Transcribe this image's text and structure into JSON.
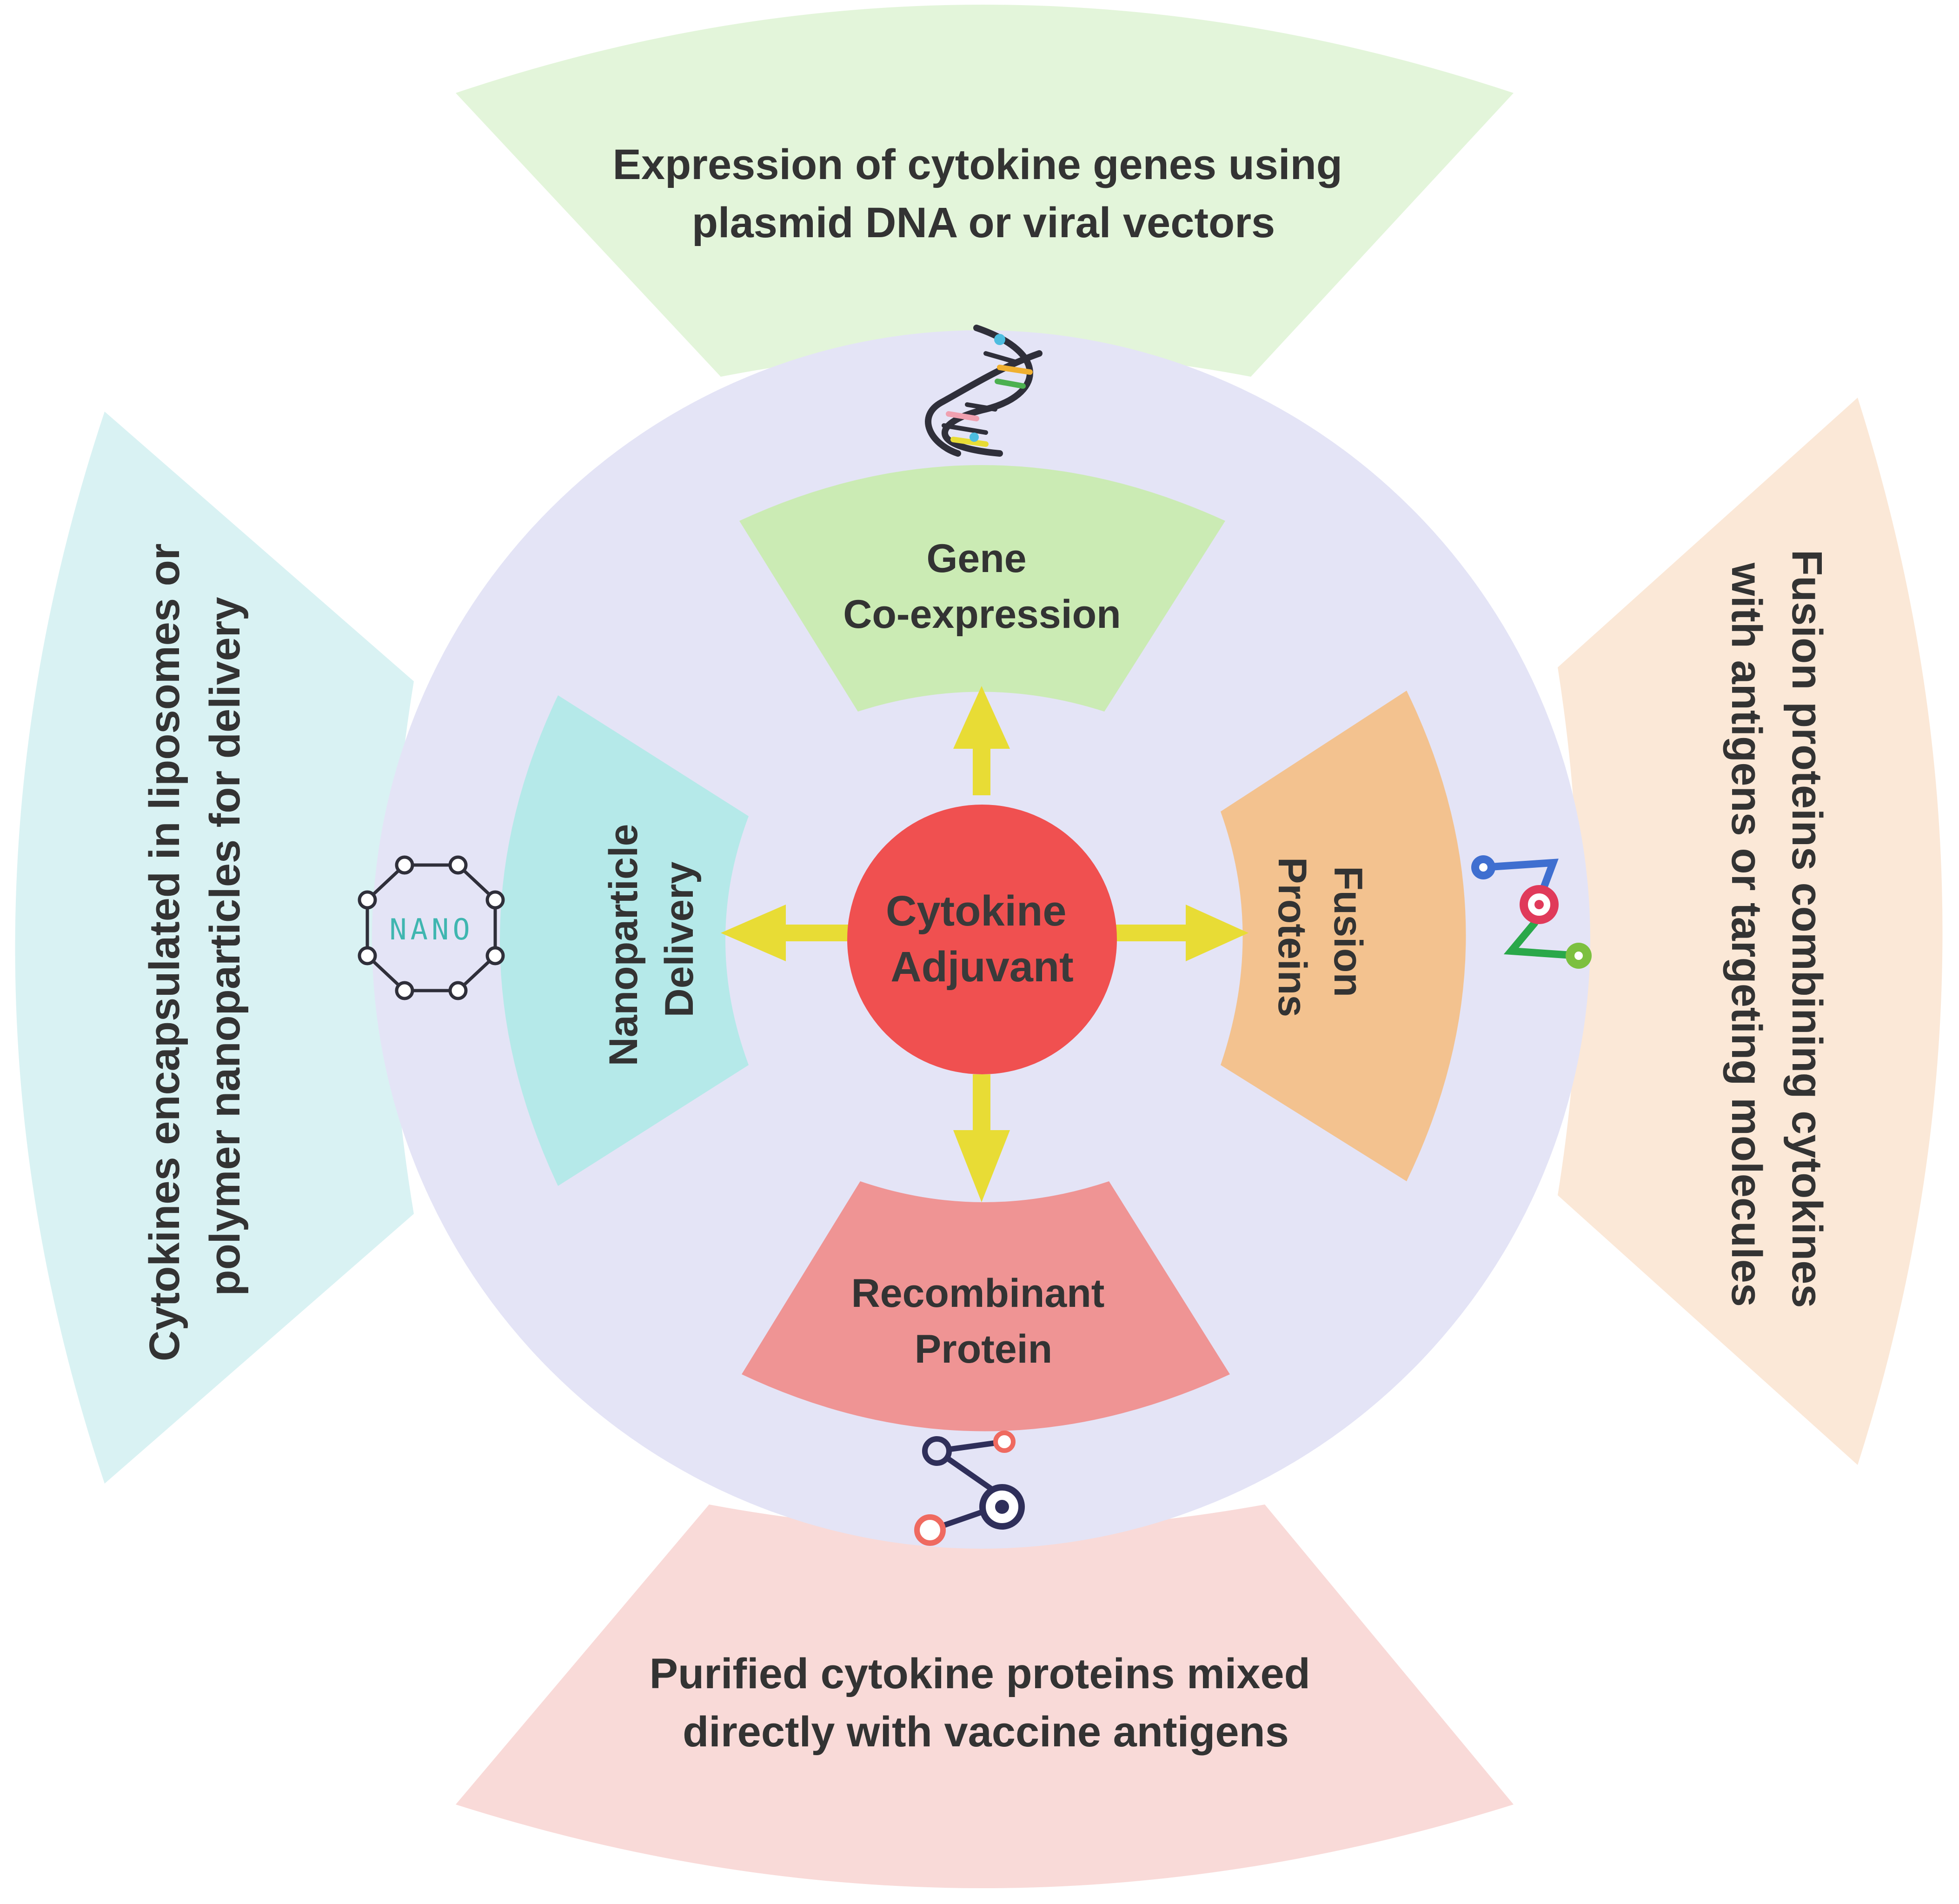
{
  "center": {
    "lines": [
      "Cytokine",
      "Adjuvant"
    ],
    "color": "#f05050"
  },
  "strategies": {
    "top": {
      "label_lines": [
        "Gene",
        "Co-expression"
      ],
      "description_lines": [
        "Expression of cytokine genes using",
        "plasmid DNA or viral vectors"
      ],
      "color": "#cbebb4",
      "outer_color": "#e3f5da",
      "icon": "dna-helix-icon"
    },
    "right": {
      "label_lines": [
        "Fusion",
        "Proteins"
      ],
      "description_lines": [
        "Fusion proteins combining cytokines",
        "with antigens or targeting molecules"
      ],
      "color": "#f3c28f",
      "outer_color": "#fbe8d7",
      "icon": "linked-molecule-icon"
    },
    "bottom": {
      "label_lines": [
        "Recombinant",
        "Protein"
      ],
      "description_lines": [
        "Purified cytokine proteins mixed",
        "directly with vaccine antigens"
      ],
      "color": "#ef9494",
      "outer_color": "#f9dad8",
      "icon": "protein-molecule-icon"
    },
    "left": {
      "label_lines": [
        "Nanoparticle",
        "Delivery"
      ],
      "description_lines": [
        "Cytokines encapsulated in liposomes or",
        "polymer nanoparticles for delivery"
      ],
      "color": "#b5e9e9",
      "outer_color": "#d9f2f3",
      "icon": "nanoparticle-icon",
      "icon_text": "NANO"
    }
  },
  "colors": {
    "disk": "#e4e4f6",
    "arrow": "#e8dc35"
  }
}
